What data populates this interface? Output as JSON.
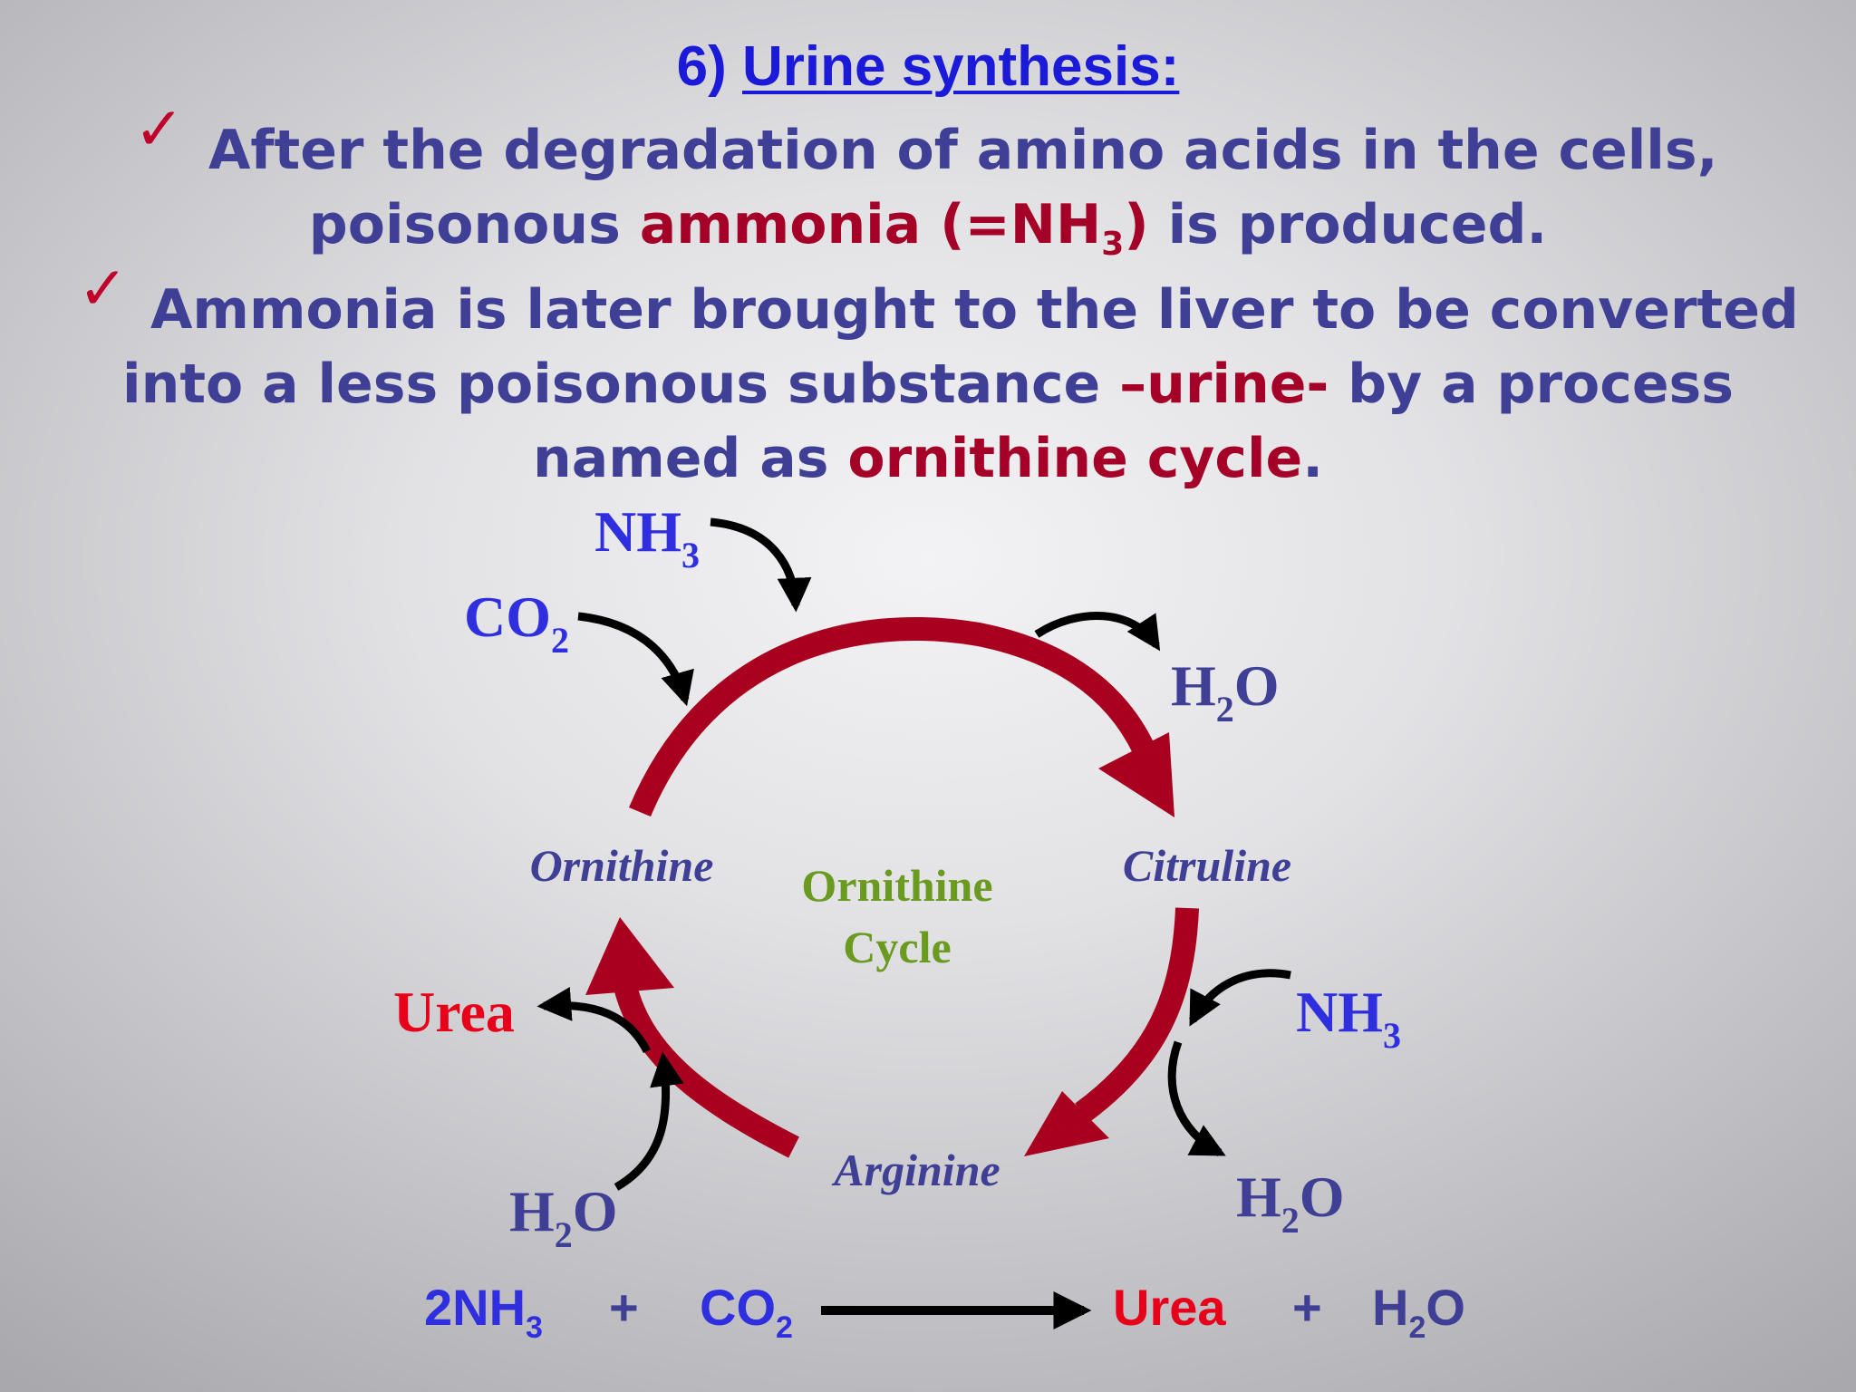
{
  "title": {
    "number": "6)",
    "text": "Urine synthesis:"
  },
  "bullets": [
    {
      "line1": "After the degradation of amino acids in the cells,",
      "line2_pre": "poisonous ",
      "line2_red": "ammonia (=NH",
      "line2_red_sub": "3",
      "line2_red_close": ")",
      "line2_post": " is produced."
    },
    {
      "line1": "Ammonia is later brought to the liver to be converted",
      "line2_pre": "into a less poisonous substance ",
      "line2_red": "–urine-",
      "line2_post": " by a process",
      "line3_pre": "named as ",
      "line3_red": "ornithine cycle",
      "line3_post": "."
    }
  ],
  "cycle": {
    "center_line1": "Ornithine",
    "center_line2": "Cycle",
    "nodes": {
      "ornithine": "Ornithine",
      "citruline": "Citruline",
      "arginine": "Arginine"
    },
    "inputs": {
      "nh3_top": {
        "main": "NH",
        "sub": "3"
      },
      "co2": {
        "main": "CO",
        "sub": "2"
      },
      "nh3_right": {
        "main": "NH",
        "sub": "3"
      },
      "h2o_bottom_left": {
        "pre": "H",
        "sub": "2",
        "post": "O"
      }
    },
    "outputs": {
      "h2o_top_right": {
        "pre": "H",
        "sub": "2",
        "post": "O"
      },
      "h2o_bottom_right": {
        "pre": "H",
        "sub": "2",
        "post": "O"
      },
      "urea": "Urea"
    }
  },
  "equation": {
    "reactant1": {
      "main": "2NH",
      "sub": "3"
    },
    "plus1": "+",
    "reactant2": {
      "main": "CO",
      "sub": "2"
    },
    "product1": "Urea",
    "plus2": "+",
    "product2": {
      "pre": "H",
      "sub": "2",
      "post": "O"
    }
  },
  "colors": {
    "title": "#1a1ad8",
    "body_text": "#3f3f95",
    "highlight": "#a50027",
    "cycle_arrow": "#a8001e",
    "input_blue": "#2f2fe0",
    "node_text": "#3f3f95",
    "center_green": "#6a9a20",
    "urea_red": "#e8001a",
    "black_arrow": "#000000"
  }
}
